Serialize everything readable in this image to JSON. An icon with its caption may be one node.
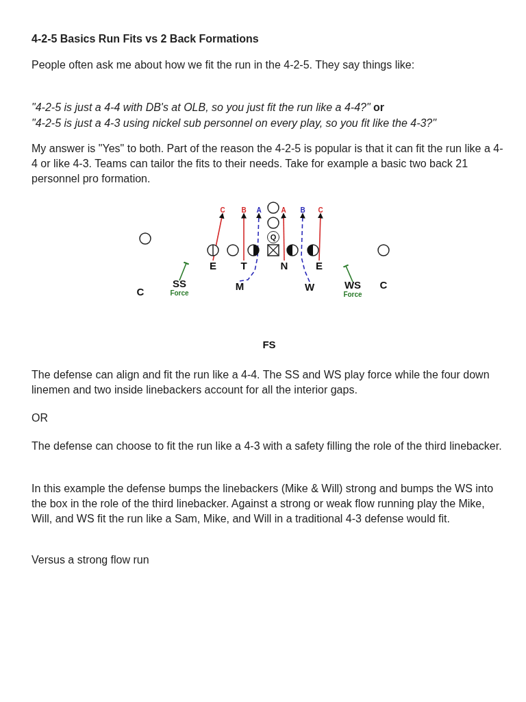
{
  "diagram": {
    "title": "4-2-5 Basics Run Fits vs 2 Back Formations",
    "nodes": [
      {
        "text": [],
        "shape": "circle"
      },
      {
        "text": [],
        "shape": "circle"
      },
      {
        "text": [
          "Q"
        ]
      },
      {
        "text": [
          "C"
        ]
      },
      {
        "text": [
          "B"
        ]
      },
      {
        "text": [
          "A"
        ]
      },
      {
        "text": [
          "A"
        ]
      },
      {
        "text": [
          "B"
        ]
      },
      {
        "text": [
          "C"
        ]
      },
      {
        "text": [],
        "shape": "circle"
      },
      {
        "text": [],
        "shape": "circle"
      },
      {
        "text": [],
        "shape": "circle"
      },
      {
        "text": [],
        "shape": "circle"
      },
      {
        "text": [],
        "shape": "circle"
      },
      {
        "text": [],
        "shape": "box"
      },
      {
        "text": [],
        "shape": "circle"
      },
      {
        "text": [],
        "shape": "circle"
      },
      {
        "text": [
          "E"
        ]
      },
      {
        "text": [
          "T"
        ]
      },
      {
        "text": [
          "N"
        ]
      },
      {
        "text": [
          "E"
        ]
      },
      {
        "text": [
          "SS"
        ],
        "beside": [
          "Force"
        ]
      },
      {
        "text": [
          "M"
        ]
      },
      {
        "text": [
          "W"
        ]
      },
      {
        "text": [
          "WS"
        ],
        "beside": [
          "Force"
        ]
      },
      {
        "text": [
          "C"
        ]
      },
      {
        "text": [
          "C"
        ]
      },
      {
        "text": [
          "FS"
        ]
      }
    ],
    "edges": [
      {
        "from": 17,
        "to": 3,
        "arrow": "to",
        "color": "#d42a2a"
      },
      {
        "from": 18,
        "to": 4,
        "arrow": "to",
        "color": "#d42a2a"
      },
      {
        "from": 22,
        "to": 5,
        "arrow": "to",
        "style": "dashed",
        "color": "#2a2ab8"
      },
      {
        "from": 19,
        "to": 6,
        "arrow": "to",
        "color": "#d42a2a"
      },
      {
        "from": 23,
        "to": 7,
        "arrow": "to",
        "style": "dashed",
        "color": "#2a2ab8"
      },
      {
        "from": 20,
        "to": 8,
        "arrow": "to",
        "color": "#d42a2a"
      },
      {
        "from": 21,
        "to": null,
        "arrow": "other",
        "color": "#2a7a2a"
      },
      {
        "from": 24,
        "to": null,
        "arrow": "other",
        "color": "#2a7a2a"
      }
    ],
    "labels": [
      "People often ask me about how we fit the run in the 4-2-5. They say things like:",
      "*\"4-2-5 is just a 4-4 with DB's at OLB, so you just fit the run like a 4-4?\"* **or**",
      "*\"4-2-5 is just a 4-3 using nickel sub personnel on every play, so you fit like the 4-3?\"*",
      "My answer is \"Yes\" to both. Part of the reason the 4-2-5 is popular is that it can fit the run like a 4-4 or like 4-3. Teams can tailor the fits to their needs. Take for example a basic two back 21 personnel pro formation.",
      "The defense can align and fit the run like a 4-4. The SS and WS play force while the four down linemen and two inside linebackers account for all the interior gaps.",
      "OR",
      "The defense can choose to fit the run like a 4-3 with a safety filling the role of the third linebacker.",
      "In this example the defense bumps the linebackers (Mike & Will) strong and bumps the WS into the box in the role of the third linebacker. Against a strong or weak flow running play the Mike, Will, and WS fit the run like a Sam, Mike, and Will in a traditional 4-3 defense would fit.",
      "Versus a strong flow run"
    ]
  }
}
